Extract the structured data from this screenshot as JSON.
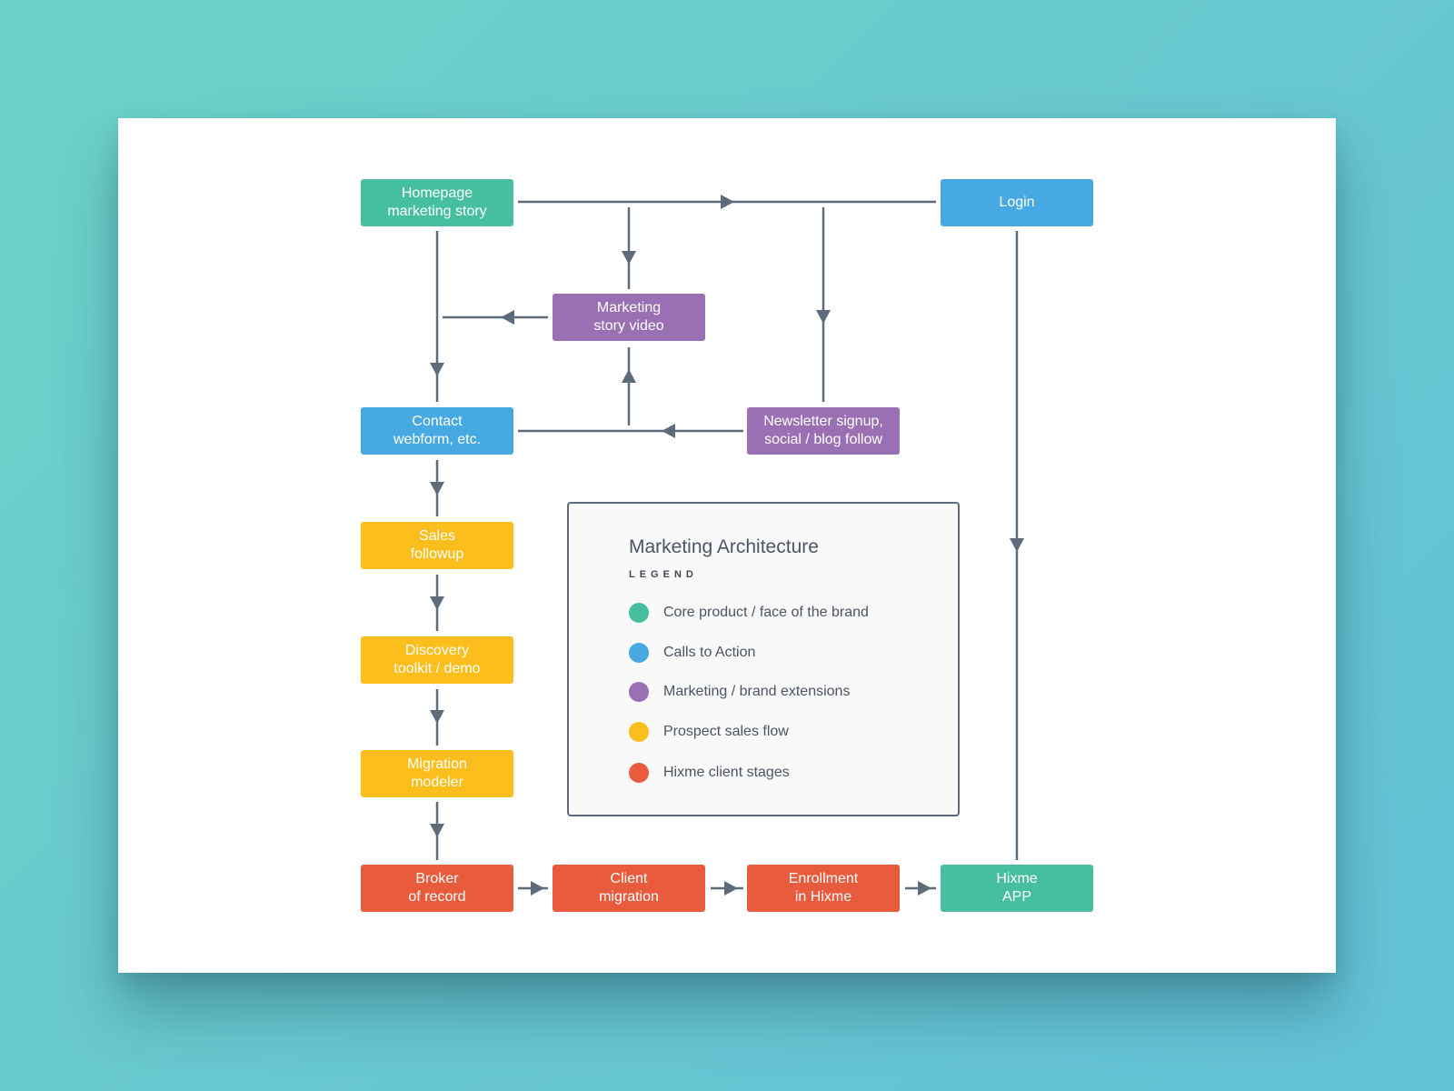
{
  "colors": {
    "core": "#46bfa0",
    "cta": "#46a9e2",
    "marketing": "#9b6fb3",
    "prospect": "#fcbe1c",
    "client": "#e85b3d",
    "connector": "#5e6b7a",
    "background": "#68c8cf",
    "card": "#ffffff"
  },
  "nodes": {
    "homepage": {
      "label": "Homepage\nmarketing story",
      "category": "core"
    },
    "login": {
      "label": "Login",
      "category": "cta"
    },
    "marketing_video": {
      "label": "Marketing\nstory video",
      "category": "marketing"
    },
    "contact": {
      "label": "Contact\nwebform, etc.",
      "category": "cta"
    },
    "newsletter": {
      "label": "Newsletter signup,\nsocial / blog  follow",
      "category": "marketing"
    },
    "sales_followup": {
      "label": "Sales\nfollowup",
      "category": "prospect"
    },
    "discovery": {
      "label": "Discovery\ntoolkit / demo",
      "category": "prospect"
    },
    "migration_modeler": {
      "label": "Migration\nmodeler",
      "category": "prospect"
    },
    "broker": {
      "label": "Broker\nof record",
      "category": "client"
    },
    "client_migration": {
      "label": "Client\nmigration",
      "category": "client"
    },
    "enrollment": {
      "label": "Enrollment\nin Hixme",
      "category": "client"
    },
    "hixme_app": {
      "label": "Hixme\nAPP",
      "category": "core"
    }
  },
  "legend": {
    "title": "Marketing Architecture",
    "subtitle": "LEGEND",
    "items": [
      {
        "label": "Core product / face of the brand",
        "category": "core"
      },
      {
        "label": "Calls to Action",
        "category": "cta"
      },
      {
        "label": "Marketing / brand extensions",
        "category": "marketing"
      },
      {
        "label": "Prospect sales flow",
        "category": "prospect"
      },
      {
        "label": "Hixme client stages",
        "category": "client"
      }
    ]
  }
}
